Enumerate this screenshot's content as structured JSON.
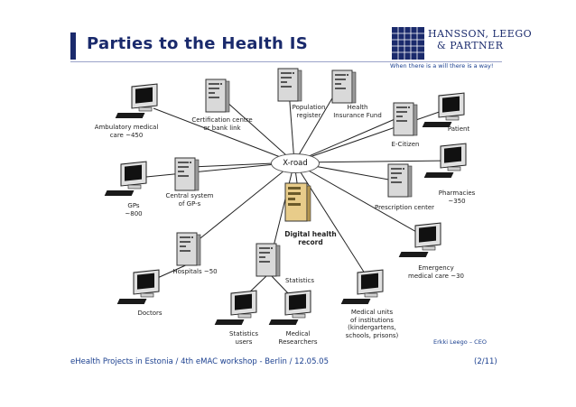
{
  "slide": {
    "title": "Parties to the Health IS",
    "motto": "When there is a will there is a way!",
    "logo_line1": "HANSSON, LEEGO",
    "logo_line2": "& PARTNER",
    "author": "Erkki Leego – CEO",
    "footer": "eHealth Projects in Estonia / 4th eMAC workshop - Berlin / 12.05.05",
    "page": "(2/11)"
  },
  "hub": {
    "label": "X-road"
  },
  "nodes": {
    "ambulatory": "Ambulatory medical\ncare ~450",
    "certification": "Certification centre\nor bank link",
    "population": "Population\nregister",
    "hif": "Health\nInsurance Fund",
    "ecitizen": "E-Citizen",
    "patient": "Patient",
    "gps": "GPs\n~800",
    "central_gp": "Central system\nof GP-s",
    "pharmacies": "Pharmacies\n~350",
    "prescription": "Prescription center",
    "dhr": "Digital health\nrecord",
    "emergency": "Emergency\nmedical care ~30",
    "hospitals": "Hospitals ~50",
    "statistics": "Statistics",
    "doctors": "Doctors",
    "medical_units": "Medical units\nof institutions\n(kindergartens,\nschools, prisons)",
    "stat_users": "Statistics\nusers",
    "researchers": "Medical\nResearchers"
  },
  "colors": {
    "title": "#1a2a6c",
    "footer": "#1a3f8f",
    "server_body": "#d9d9d9",
    "dhr_body": "#e8cc8a"
  }
}
